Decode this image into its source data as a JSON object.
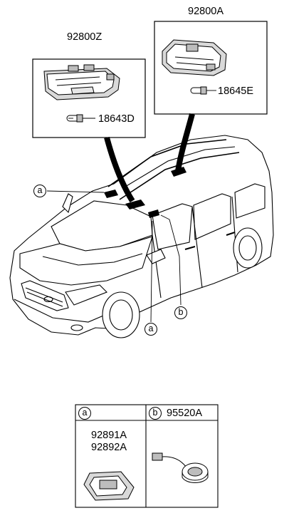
{
  "labels": {
    "dome_lamp_part": "92800Z",
    "bulb_front": "18643D",
    "room_lamp_part": "92800A",
    "bulb_rear": "18645E",
    "callout_a": "a",
    "callout_b": "b"
  },
  "table": {
    "cell_a_letter": "a",
    "cell_b_letter": "b",
    "cell_b_part": "95520A",
    "cell_a_part_1": "92891A",
    "cell_a_part_2": "92892A"
  },
  "colors": {
    "line": "#000000",
    "background": "#ffffff",
    "shading": "#bdbdbd"
  }
}
